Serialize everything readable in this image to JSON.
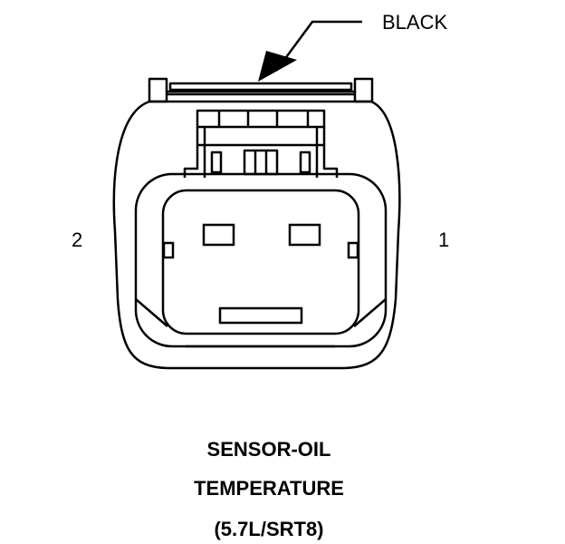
{
  "diagram": {
    "callout_label": "BLACK",
    "pin_left": "2",
    "pin_right": "1",
    "caption": {
      "line1": "SENSOR-OIL",
      "line2": "TEMPERATURE",
      "line3": "(5.7L/SRT8)"
    },
    "colors": {
      "line": "#000000",
      "background": "#ffffff"
    }
  }
}
